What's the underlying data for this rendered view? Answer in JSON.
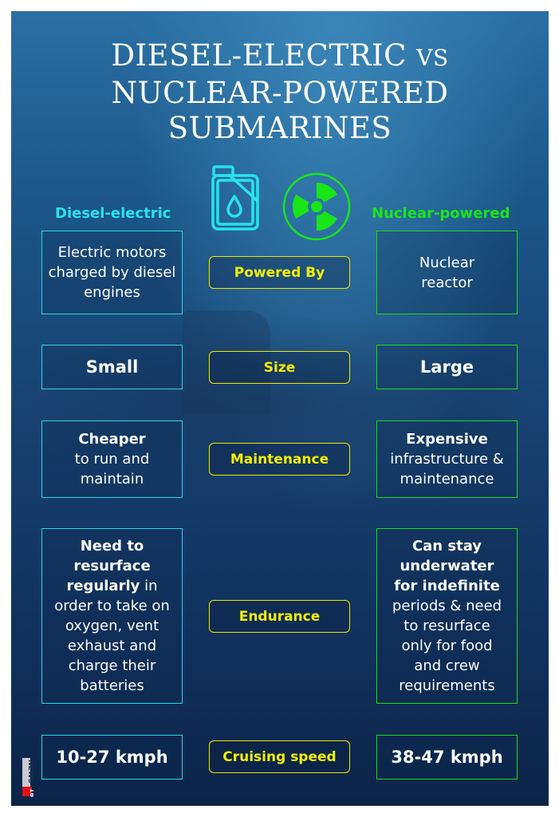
{
  "title": {
    "line1": "DIESEL-ELECTRIC",
    "vs": "VS",
    "line2": "NUCLEAR-POWERED",
    "line3": "SUBMARINES"
  },
  "headers": {
    "left": "Diesel-electric",
    "right": "Nuclear-powered"
  },
  "colors": {
    "diesel": "#27e3ee",
    "nuclear": "#19e619",
    "label": "#f5f000"
  },
  "icons": {
    "diesel": "fuel-canister-icon",
    "nuclear": "radiation-icon"
  },
  "rows": [
    {
      "label": "Powered By",
      "left": {
        "bold": "",
        "text": "Electric motors charged by diesel engines"
      },
      "right": {
        "bold": "",
        "text": "Nuclear reactor"
      }
    },
    {
      "label": "Size",
      "left": {
        "bold": "Small",
        "text": ""
      },
      "right": {
        "bold": "Large",
        "text": ""
      }
    },
    {
      "label": "Maintenance",
      "left": {
        "bold": "Cheaper",
        "text": "to run and maintain"
      },
      "right": {
        "bold": "Expensive",
        "text": "infrastructure & maintenance"
      }
    },
    {
      "label": "Endurance",
      "left": {
        "bold": "Need to resurface regularly",
        "text": "in order to take on oxygen, vent exhaust and charge their batteries"
      },
      "right": {
        "bold": "Can stay underwater for indefinite",
        "text": "periods & need to resurface only for food and crew requirements"
      }
    },
    {
      "label": "Cruising speed",
      "left": {
        "bold": "10-27 kmph",
        "text": ""
      },
      "right": {
        "bold": "38-47 kmph",
        "text": ""
      }
    }
  ],
  "logo": {
    "text": "NEWS18",
    "sub": "creative"
  }
}
